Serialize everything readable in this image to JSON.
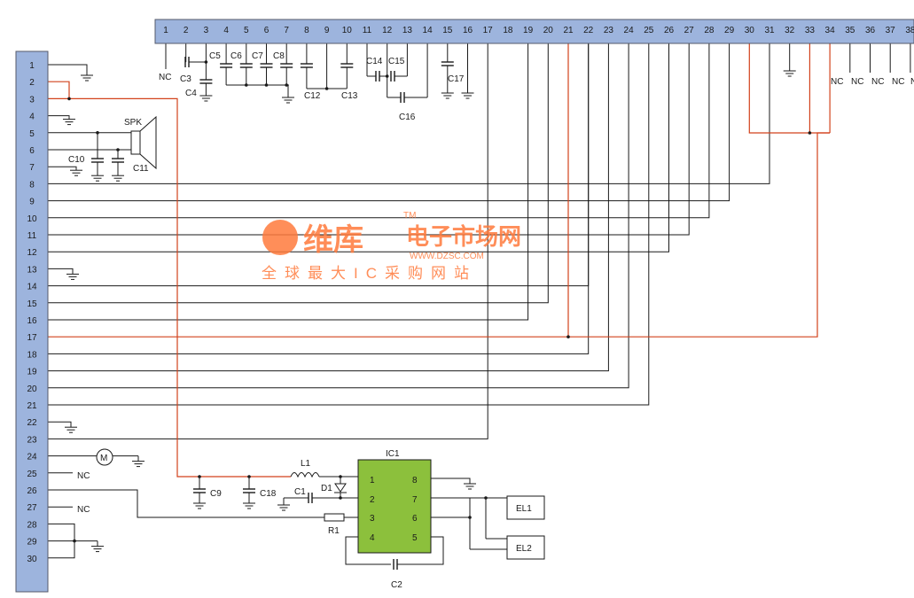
{
  "colors": {
    "connector_fill": "#9db4dd",
    "connector_stroke": "#555a6a",
    "wire": "#1a1a1a",
    "red_wire": "#d2421c",
    "watermark": "#ff7a3c",
    "ic_fill": "#8cc03c"
  },
  "top_connector": {
    "pins": [
      "1",
      "2",
      "3",
      "4",
      "5",
      "6",
      "7",
      "8",
      "9",
      "10",
      "11",
      "12",
      "13",
      "14",
      "15",
      "16",
      "17",
      "18",
      "19",
      "20",
      "21",
      "22",
      "23",
      "24",
      "25",
      "26",
      "27",
      "28",
      "29",
      "30",
      "31",
      "32",
      "33",
      "34",
      "35",
      "36",
      "37",
      "38"
    ]
  },
  "left_connector": {
    "pins": [
      "1",
      "2",
      "3",
      "4",
      "5",
      "6",
      "7",
      "8",
      "9",
      "10",
      "11",
      "12",
      "13",
      "14",
      "15",
      "16",
      "17",
      "18",
      "19",
      "20",
      "21",
      "22",
      "23",
      "24",
      "25",
      "26",
      "27",
      "28",
      "29",
      "30"
    ]
  },
  "labels": {
    "nc": "NC",
    "nc_cut": "N",
    "spk": "SPK",
    "motor": "M",
    "c2": "C2",
    "c1": "C1",
    "c3": "C3",
    "c4": "C4",
    "c5": "C5",
    "c6": "C6",
    "c7": "C7",
    "c8": "C8",
    "c9": "C9",
    "c10": "C10",
    "c11": "C11",
    "c12": "C12",
    "c13": "C13",
    "c14": "C14",
    "c15": "C15",
    "c16": "C16",
    "c17": "C17",
    "c18": "C18",
    "l1": "L1",
    "d1": "D1",
    "r1": "R1",
    "ic1": "IC1",
    "ic_pins": [
      "1",
      "2",
      "3",
      "4",
      "8",
      "7",
      "6",
      "5"
    ],
    "el1": "EL1",
    "el2": "EL2"
  },
  "watermark": {
    "brand": "维库",
    "tm": "TM",
    "tagline": "电子市场网",
    "url": "WWW.DZSC.COM",
    "slogan": "全球最大IC采购网站"
  }
}
